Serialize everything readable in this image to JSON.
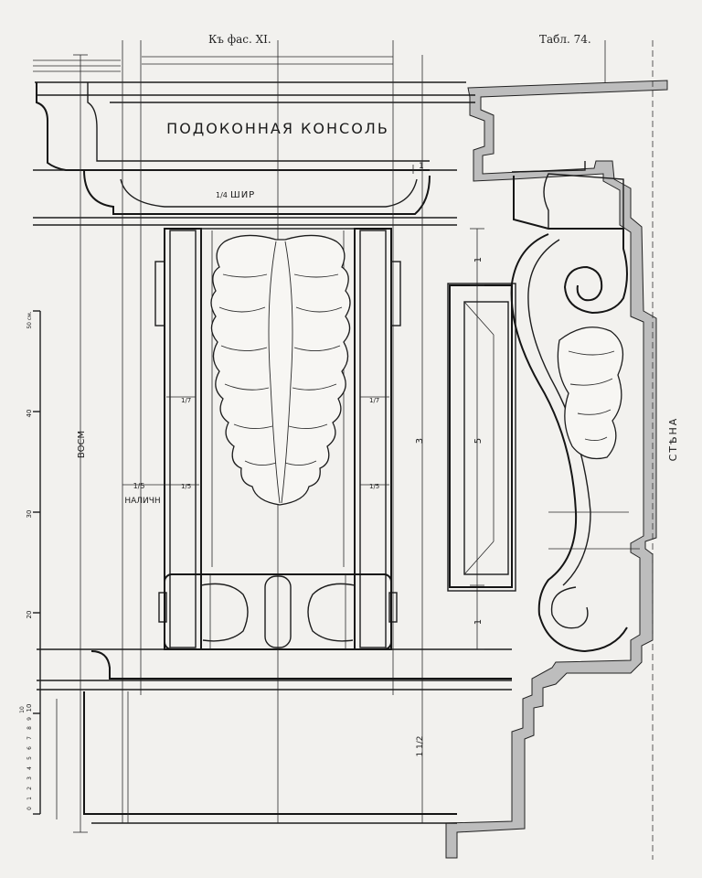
{
  "header": {
    "facade_ref": "Къ фас. XI.",
    "plate_number": "Табл. 74."
  },
  "drawing": {
    "title": "ПОДОКОННАЯ КОНСОЛЬ",
    "labels": {
      "width_mark": "ШИР",
      "width_fraction": "1/4",
      "height_mark": "ВОСМ",
      "trim_fraction": "1/5",
      "trim_label": "НАЛИЧН",
      "wall": "СТѢНА",
      "dim_one_top": "1",
      "dim_three": "3",
      "dim_five": "5",
      "dim_one_bottom": "1",
      "dim_one_half": "1 1/2",
      "small_one": "1",
      "frac_left_upper": "1/7",
      "frac_left_lower": "1/5",
      "frac_right_upper": "1/7",
      "frac_right_lower": "1/5"
    },
    "scale": {
      "unit": "50 см.",
      "major_ticks": [
        "40",
        "30",
        "20",
        "10"
      ],
      "minor_ticks": [
        "0",
        "1",
        "2",
        "3",
        "4",
        "5",
        "6",
        "7",
        "8",
        "9",
        "10"
      ]
    }
  }
}
